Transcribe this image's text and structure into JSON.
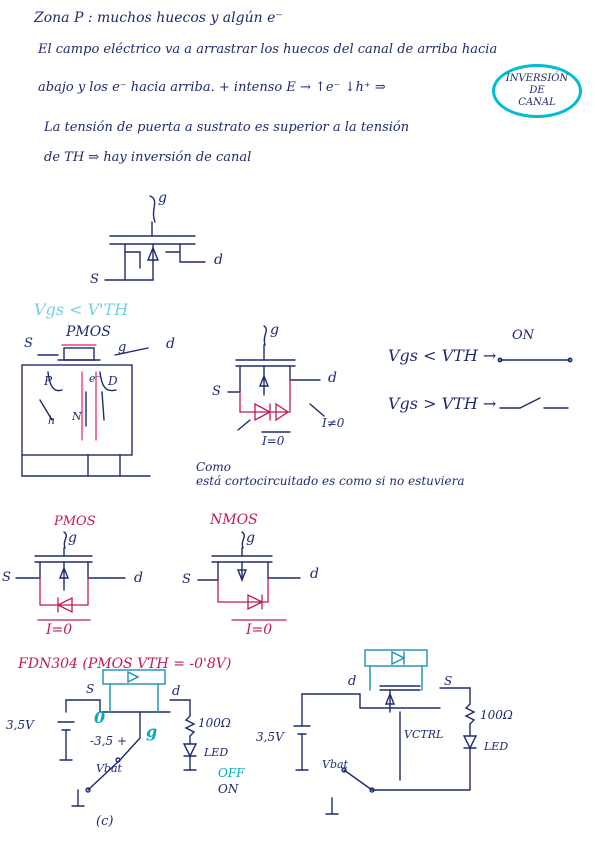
{
  "notes": {
    "line1": "Zona P : muchos huecos y algún e⁻",
    "line2": "El campo eléctrico va a arrastrar los huecos del canal de arriba hacia",
    "line3": "abajo y los e⁻ hacia arriba. + intenso E → ↑e⁻ ↓h⁺ ⇒",
    "bubble_l1": "INVERSIÓN",
    "bubble_l2": "DE",
    "bubble_l3": "CANAL",
    "line4": "La tensión de puerta a sustrato es superior a la tensión",
    "line5": "de TH ⇒ hay inversión de canal"
  },
  "mosfet_top": {
    "g": "g",
    "s": "S",
    "d": "d"
  },
  "pmos_section": {
    "vgs_label": "Vgs < V'TH",
    "pmos_title": "PMOS",
    "s": "S",
    "g": "g",
    "d": "d",
    "p1": "P",
    "e": "e⁻",
    "d_region": "D",
    "h": "h",
    "n": "N"
  },
  "mosfet_mid": {
    "g": "g",
    "s": "S",
    "d": "d",
    "i_zero": "I=0",
    "i_nonzero": "I≠0"
  },
  "switch_rows": {
    "on_label": "ON",
    "row1": "Vgs < VTH →",
    "row2": "Vgs > VTH →"
  },
  "short_note": {
    "l1": "Como",
    "l2": "está cortocircuitado es como si no estuviera"
  },
  "pmos_nmos": {
    "pmos_title": "PMOS",
    "nmos_title": "NMOS",
    "g": "g",
    "s": "S",
    "d": "d",
    "i_zero": "I=0"
  },
  "bottom_left": {
    "title": "FDN304 (PMOS  VTH = -0'8V)",
    "v_source": "3,5V",
    "s": "S",
    "d": "d",
    "g": "g",
    "zero": "0",
    "v_mid": "-3,5 +",
    "resistor": "100Ω",
    "led": "LED",
    "off": "OFF",
    "on": "ON",
    "vbat": "Vbat",
    "caption": "(c)"
  },
  "bottom_right": {
    "d": "d",
    "s": "S",
    "v_source": "3,5V",
    "vctrl": "VCTRL",
    "resistor": "100Ω",
    "led": "LED",
    "vbat": "Vbat"
  }
}
